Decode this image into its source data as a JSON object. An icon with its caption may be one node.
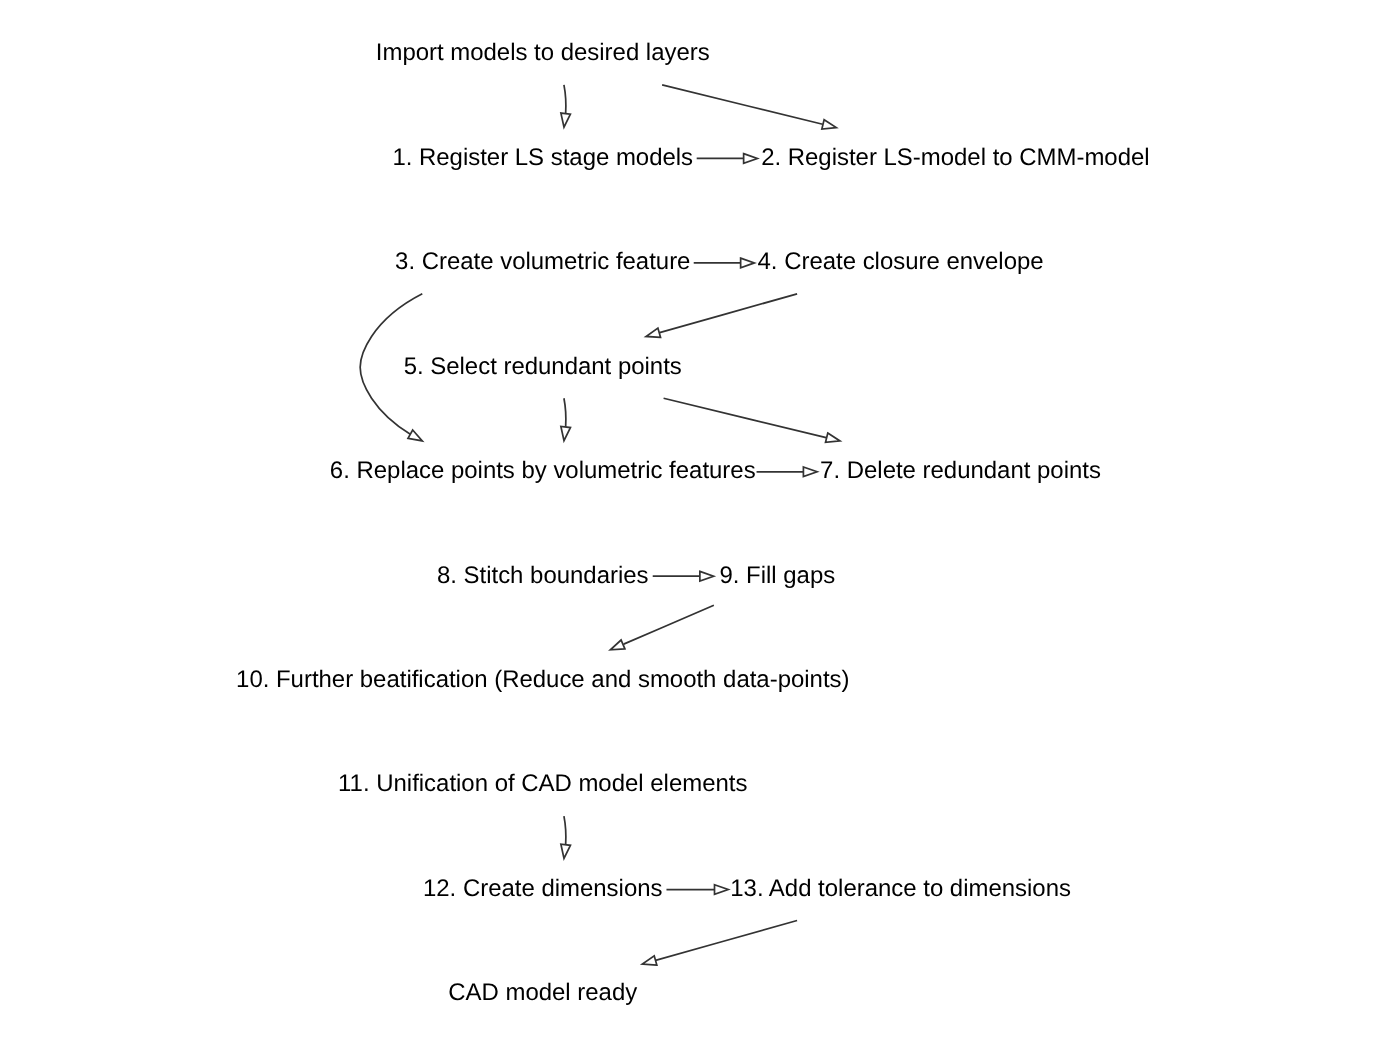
{
  "diagram": {
    "nodes": [
      {
        "text": [
          "Import models to desired layers"
        ]
      },
      {
        "text": [
          "1. Register LS stage models"
        ]
      },
      {
        "text": [
          "2. Register LS-model to CMM-model"
        ]
      },
      {
        "text": [
          "3. Create volumetric feature"
        ]
      },
      {
        "text": [
          "4. Create closure envelope"
        ]
      },
      {
        "text": [
          "5. Select redundant points"
        ]
      },
      {
        "text": [
          "6. Replace points by volumetric features"
        ]
      },
      {
        "text": [
          "7. Delete redundant points"
        ]
      },
      {
        "text": [
          "8. Stitch boundaries"
        ]
      },
      {
        "text": [
          "9. Fill gaps"
        ]
      },
      {
        "text": [
          "10. Further beatification (Reduce and smooth data-points)"
        ]
      },
      {
        "text": [
          "11. Unification of CAD model elements"
        ]
      },
      {
        "text": [
          "12. Create dimensions"
        ]
      },
      {
        "text": [
          "13. Add tolerance to dimensions"
        ]
      },
      {
        "text": [
          "CAD model ready"
        ]
      }
    ],
    "edges": [
      {
        "from": 0,
        "to": 1,
        "arrow": "to"
      },
      {
        "from": 0,
        "to": 2,
        "arrow": "to"
      },
      {
        "from": 1,
        "to": 2,
        "arrow": "to"
      },
      {
        "from": 3,
        "to": 4,
        "arrow": "to"
      },
      {
        "from": 3,
        "to": 6,
        "arrow": "to"
      },
      {
        "from": 4,
        "to": 5,
        "arrow": "to"
      },
      {
        "from": 5,
        "to": 6,
        "arrow": "to"
      },
      {
        "from": 5,
        "to": 7,
        "arrow": "to"
      },
      {
        "from": 6,
        "to": 7,
        "arrow": "to"
      },
      {
        "from": 8,
        "to": 9,
        "arrow": "to"
      },
      {
        "from": 9,
        "to": 10,
        "arrow": "to"
      },
      {
        "from": 11,
        "to": 12,
        "arrow": "to"
      },
      {
        "from": 12,
        "to": 13,
        "arrow": "to"
      },
      {
        "from": 13,
        "to": 14,
        "arrow": "to"
      }
    ]
  }
}
